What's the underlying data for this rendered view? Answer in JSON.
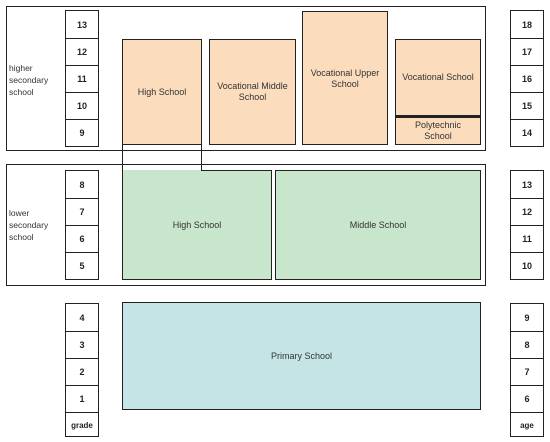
{
  "sections": {
    "higher_secondary": "higher\nsecondary\nschool",
    "lower_secondary": "lower\nsecondary\nschool"
  },
  "grades": {
    "higher": [
      "13",
      "12",
      "11",
      "10",
      "9"
    ],
    "lower": [
      "8",
      "7",
      "6",
      "5"
    ],
    "primary": [
      "4",
      "3",
      "2",
      "1"
    ],
    "footer": "grade"
  },
  "ages": {
    "higher": [
      "18",
      "17",
      "16",
      "15",
      "14"
    ],
    "lower": [
      "13",
      "12",
      "11",
      "10"
    ],
    "primary": [
      "9",
      "8",
      "7",
      "6"
    ],
    "footer": "age"
  },
  "schools": {
    "high_school_upper": "High School",
    "vocational_middle": "Vocational Middle School",
    "vocational_upper": "Vocational Upper School",
    "vocational_school": "Vocational School",
    "polytechnic": "Polytechnic School",
    "high_school_lower": "High School",
    "middle_school": "Middle School",
    "primary_school": "Primary School"
  },
  "colors": {
    "upper_secondary": "#fbdcbd",
    "lower_secondary": "#c8e6cc",
    "primary": "#c5e4e6"
  }
}
